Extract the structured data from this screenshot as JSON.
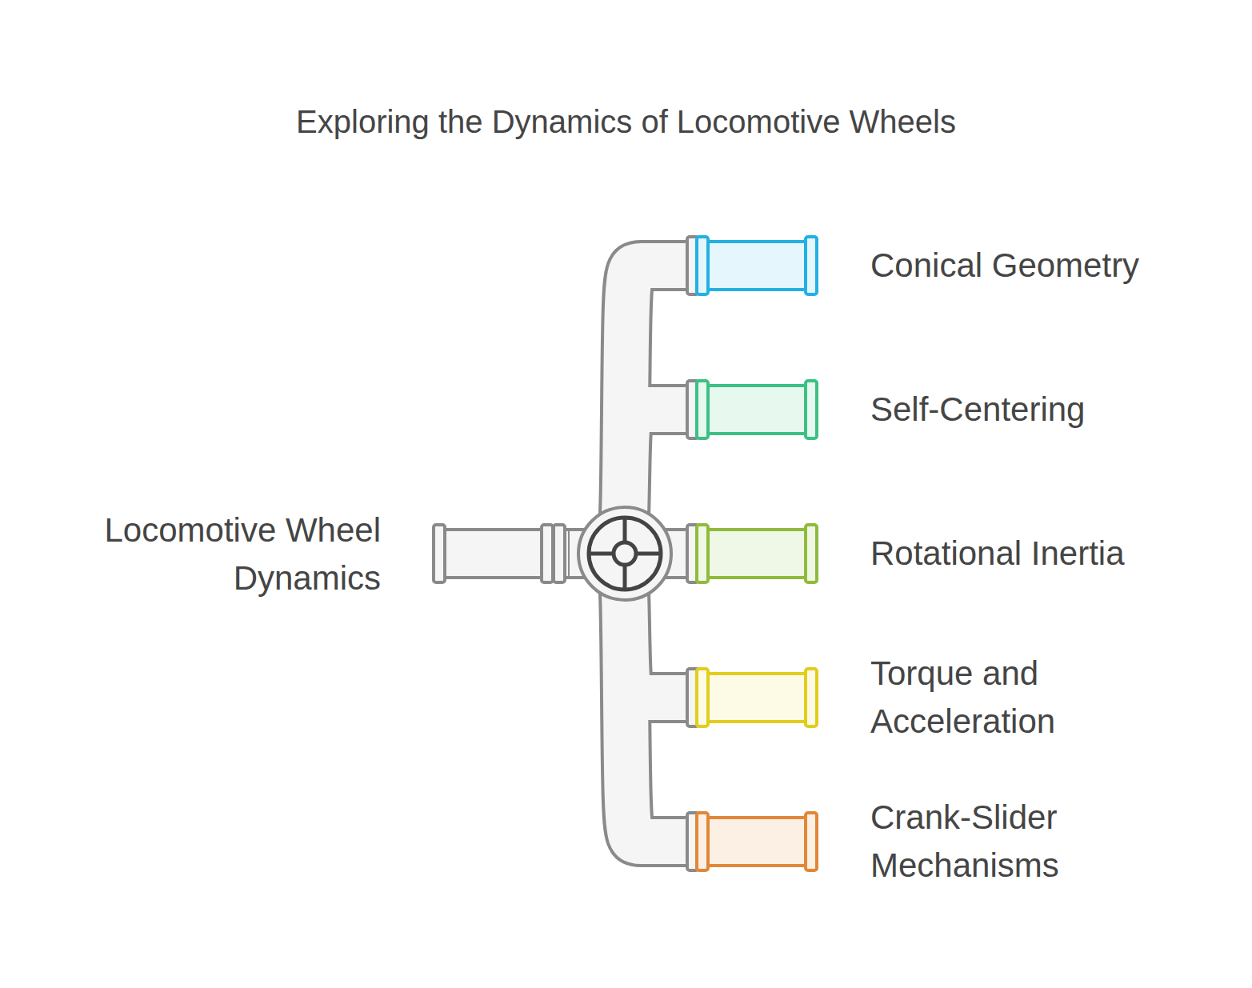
{
  "diagram": {
    "title": "Exploring the Dynamics of Locomotive Wheels",
    "nodes": [
      {
        "text": [
          "Locomotive Wheel Dynamics"
        ]
      },
      {
        "text": [
          "Conical Geometry"
        ]
      },
      {
        "text": [
          "Self-Centering"
        ]
      },
      {
        "text": [
          "Rotational Inertia"
        ]
      },
      {
        "text": [
          "Torque and Acceleration"
        ]
      },
      {
        "text": [
          "Crank-Slider Mechanisms"
        ]
      }
    ],
    "edges": [
      {
        "from": 0,
        "to": 1,
        "arrow": "none"
      },
      {
        "from": 0,
        "to": 2,
        "arrow": "none"
      },
      {
        "from": 0,
        "to": 3,
        "arrow": "none"
      },
      {
        "from": 0,
        "to": 4,
        "arrow": "none"
      },
      {
        "from": 0,
        "to": 5,
        "arrow": "none"
      }
    ]
  }
}
